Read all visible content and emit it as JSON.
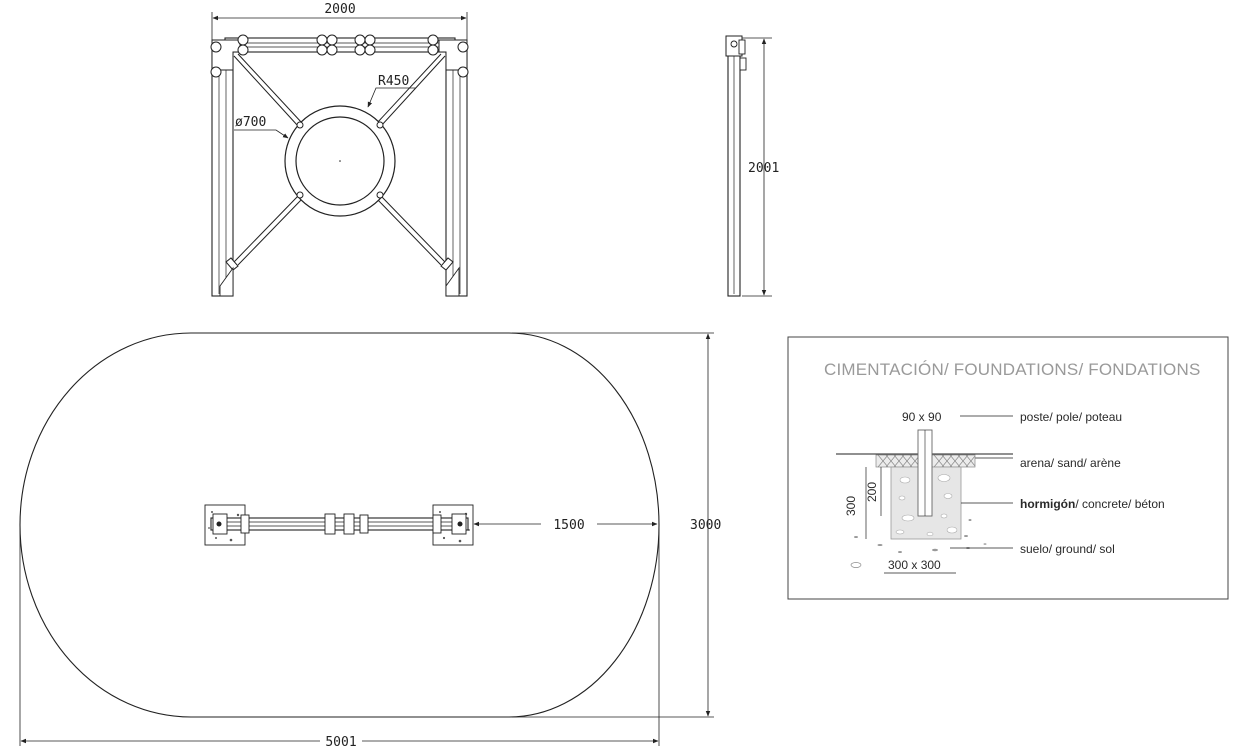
{
  "front_view": {
    "width_dim": "2000",
    "radius_dim": "R450",
    "diameter_dim": "ø700"
  },
  "side_view": {
    "height_dim": "2001"
  },
  "plan_view": {
    "beam_dim": "1500",
    "area_width_dim": "5001",
    "area_depth_dim": "3000"
  },
  "foundations": {
    "title": "CIMENTACIÓN/ FOUNDATIONS/ FONDATIONS",
    "post_size": "90 x 90",
    "post_label": "poste/ pole/ poteau",
    "sand_label": "arena/ sand/ arène",
    "concrete_label_bold": "hormigón",
    "concrete_label_rest": "/ concrete/ béton",
    "ground_label": "suelo/ ground/ sol",
    "depth_total": "300",
    "depth_post": "200",
    "base_size": "300 x 300"
  }
}
